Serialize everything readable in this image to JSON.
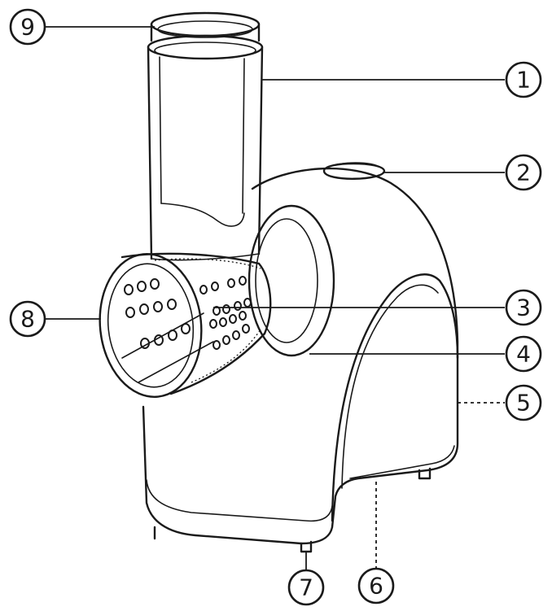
{
  "callouts": [
    {
      "id": "1",
      "label": "1",
      "part": "feed-chute"
    },
    {
      "id": "2",
      "label": "2",
      "part": "power-button"
    },
    {
      "id": "3",
      "label": "3",
      "part": "grating-cone"
    },
    {
      "id": "4",
      "label": "4",
      "part": "motor-housing"
    },
    {
      "id": "5",
      "label": "5",
      "part": "rear-side"
    },
    {
      "id": "6",
      "label": "6",
      "part": "underside"
    },
    {
      "id": "7",
      "label": "7",
      "part": "foot"
    },
    {
      "id": "8",
      "label": "8",
      "part": "cone-opening"
    },
    {
      "id": "9",
      "label": "9",
      "part": "pusher"
    }
  ],
  "colors": {
    "line": "#1a1a1a",
    "background": "#ffffff"
  }
}
